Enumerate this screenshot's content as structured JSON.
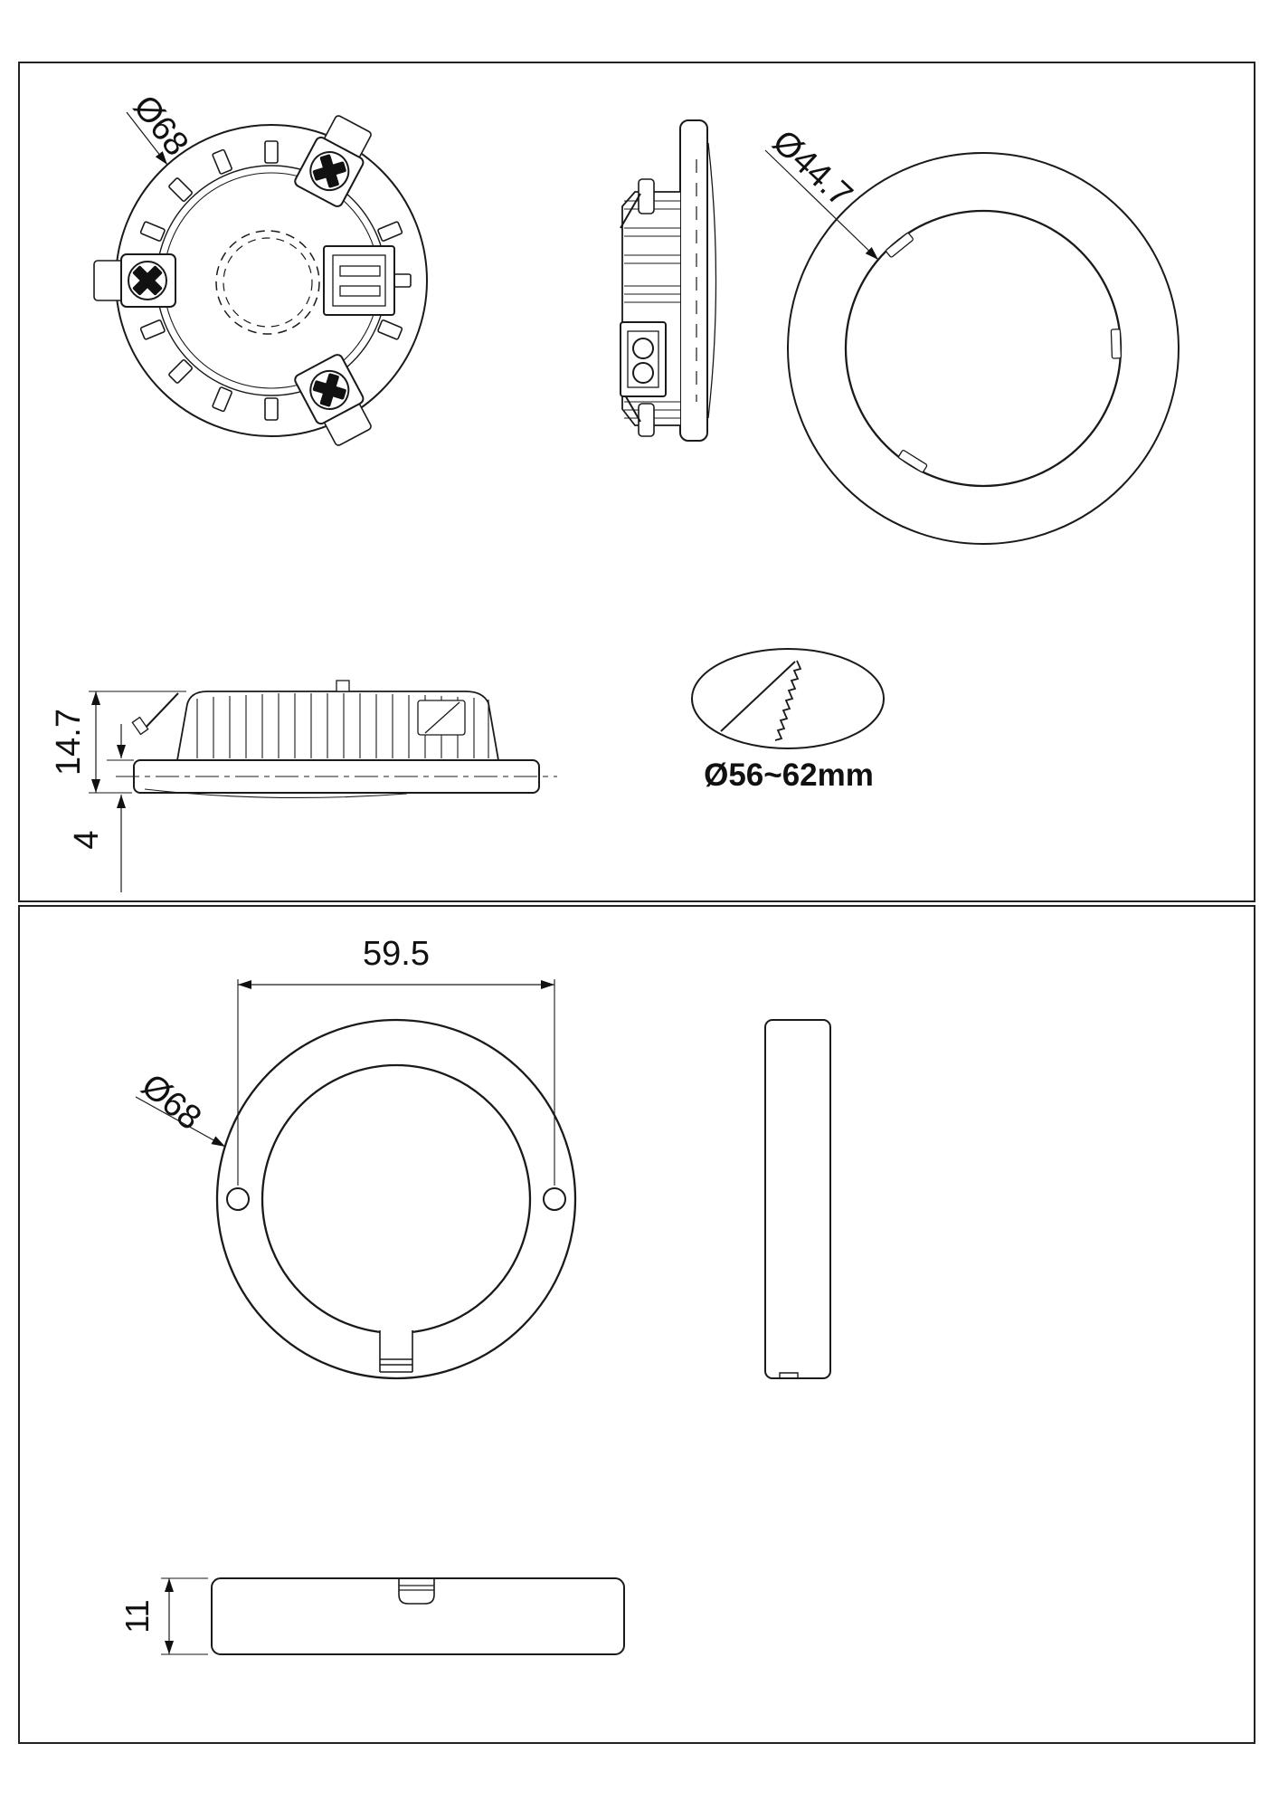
{
  "page": {
    "background_color": "#ffffff",
    "line_color": "#1a1a1a"
  },
  "sheet1": {
    "back_view": {
      "outer_diameter_label": "Ø68"
    },
    "front_view": {
      "inner_diameter_label": "Ø44.7"
    },
    "profile_view": {
      "overall_height_label": "14.7",
      "flange_thickness_label": "4"
    },
    "cutout_symbol": {
      "cutout_diameter_label": "Ø56~62mm"
    }
  },
  "sheet2": {
    "ring_front_view": {
      "hole_spacing_label": "59.5",
      "outer_diameter_label": "Ø68"
    },
    "ring_profile_view": {
      "thickness_label": "11"
    }
  }
}
